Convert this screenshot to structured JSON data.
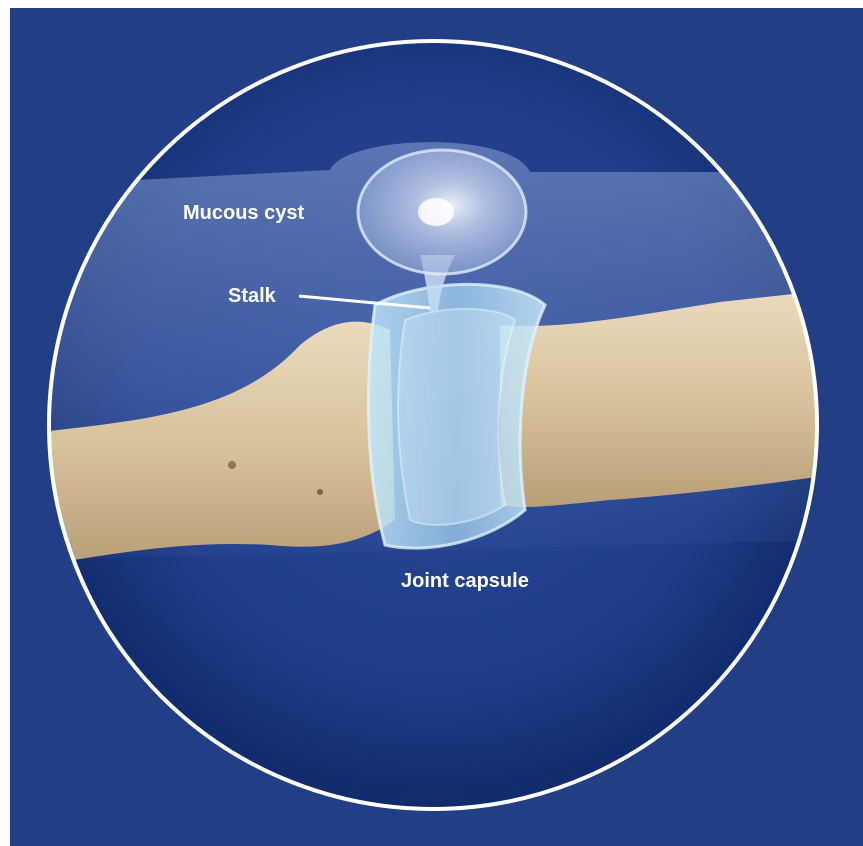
{
  "labels": {
    "mucous_cyst": "Mucous cyst",
    "stalk": "Stalk",
    "joint_capsule": "Joint capsule"
  },
  "colors": {
    "background": "#223f86",
    "lens_rim": "#ffffff",
    "bone": "#dcc7a3",
    "capsule": "#bfe3f7",
    "label_text": "#ffffff"
  }
}
